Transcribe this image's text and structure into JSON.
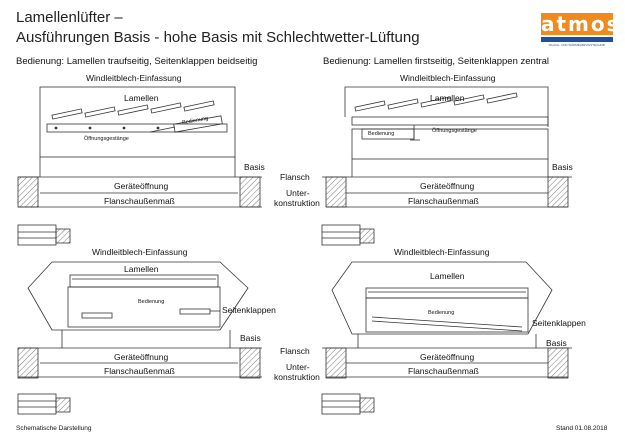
{
  "header": {
    "title_line1": "Lamellenlüfter –",
    "title_line2": "Ausführungen Basis - hohe Basis mit Schlechtwetter-Lüftung",
    "logo_text": "atmos",
    "logo_tagline": "RAUCH- UND WÄRMEABZUGSTECHNIK"
  },
  "left_top": {
    "heading": "Bedienung: Lamellen traufseitig, Seitenklappen beidseitig",
    "windleitblech": "Windleitblech-Einfassung",
    "lamellen": "Lamellen",
    "bedienung": "Bedienung",
    "gestaenge": "Öffnungsgestänge",
    "basis": "Basis",
    "geraeteoeffnung": "Geräteöffnung",
    "flanschaussenmass": "Flanschaußenmaß"
  },
  "right_top": {
    "heading": "Bedienung: Lamellen firstseitig, Seitenklappen zentral",
    "windleitblech": "Windleitblech-Einfassung",
    "lamellen": "Lamellen",
    "bedienung": "Bedienung",
    "gestaenge": "Öffnungsgestänge",
    "basis": "Basis",
    "geraeteoeffnung": "Geräteöffnung",
    "flanschaussenmass": "Flanschaußenmaß"
  },
  "center_labels": {
    "flansch": "Flansch",
    "unterkonstruktion_1": "Unter-",
    "unterkonstruktion_2": "konstruktion"
  },
  "left_bottom": {
    "windleitblech": "Windleitblech-Einfassung",
    "lamellen": "Lamellen",
    "bedienung": "Bedienung",
    "seitenklappen": "Seitenklappen",
    "basis": "Basis",
    "geraeteoeffnung": "Geräteöffnung",
    "flanschaussenmass": "Flanschaußenmaß"
  },
  "right_bottom": {
    "windleitblech": "Windleitblech-Einfassung",
    "lamellen": "Lamellen",
    "bedienung": "Bedienung",
    "seitenklappen": "Seitenklappen",
    "basis": "Basis",
    "geraeteoeffnung": "Geräteöffnung",
    "flanschaussenmass": "Flanschaußenmaß"
  },
  "footer": {
    "left": "Schematische Darstellung",
    "right": "Stand 01.08.2018"
  },
  "colors": {
    "logo_orange": "#f08a1c",
    "logo_blue": "#1e4f9c",
    "line": "#333333"
  }
}
